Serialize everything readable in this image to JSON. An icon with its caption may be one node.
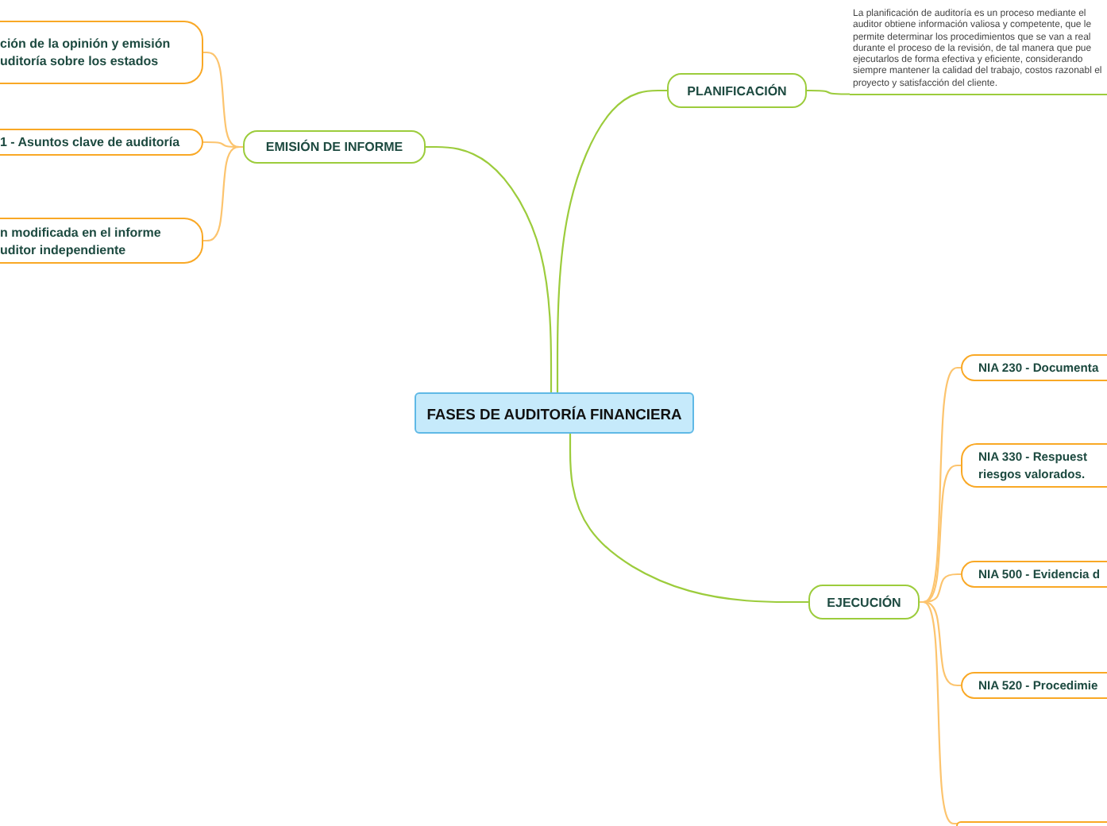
{
  "diagram": {
    "nodes": [
      {
        "text": [
          "FASES DE AUDITORÍA FINANCIERA"
        ]
      },
      {
        "text": [
          "PLANIFICACIÓN"
        ]
      },
      {
        "text": [
          "La planificación de auditoría es un proceso mediante el auditor obtiene información valiosa y competente, que le permite determinar los procedimientos que se van a real durante el proceso de la revisión, de tal manera que pue ejecutarlos de forma efectiva y eficiente, considerando siempre mantener la calidad del trabajo, costos razonabl el proyecto y satisfacción del cliente."
        ]
      },
      {
        "text": [
          "EMISIÓN DE INFORME"
        ]
      },
      {
        "text": [
          "ción de la opinión y emisión uditoría sobre los estados"
        ]
      },
      {
        "text": [
          "1 - Asuntos clave de auditoría"
        ]
      },
      {
        "text": [
          "n modificada en el informe uditor independiente"
        ]
      },
      {
        "text": [
          "EJECUCIÓN"
        ]
      },
      {
        "text": [
          "NIA 230 - Documenta"
        ]
      },
      {
        "text": [
          "NIA 330 - Respuest riesgos valorados."
        ]
      },
      {
        "text": [
          "NIA 500 - Evidencia d"
        ]
      },
      {
        "text": [
          "NIA 520 - Procedimie"
        ]
      },
      {
        "text": [],
        "shape": "box"
      }
    ],
    "edges": [
      {
        "from": 0,
        "to": 1,
        "arrow": "none",
        "color": "#9ccc3c"
      },
      {
        "from": 1,
        "to": 2,
        "arrow": "none",
        "color": "#9ccc3c"
      },
      {
        "from": 0,
        "to": 3,
        "arrow": "none",
        "color": "#9ccc3c"
      },
      {
        "from": 3,
        "to": 4,
        "arrow": "none"
      },
      {
        "from": 3,
        "to": 5,
        "arrow": "none"
      },
      {
        "from": 3,
        "to": 6,
        "arrow": "none"
      },
      {
        "from": 0,
        "to": 7,
        "arrow": "none",
        "color": "#9ccc3c"
      },
      {
        "from": 7,
        "to": 8,
        "arrow": "none"
      },
      {
        "from": 7,
        "to": 9,
        "arrow": "none"
      },
      {
        "from": 7,
        "to": 10,
        "arrow": "none"
      },
      {
        "from": 7,
        "to": 11,
        "arrow": "none"
      },
      {
        "from": 7,
        "to": 12,
        "arrow": "none"
      }
    ]
  }
}
